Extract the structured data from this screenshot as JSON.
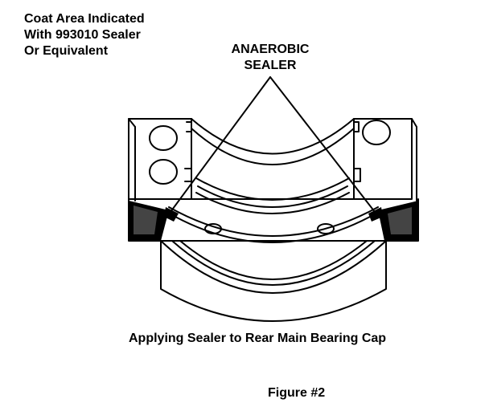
{
  "coat_note": {
    "line1": "Coat Area Indicated",
    "line2": "With 993010 Sealer",
    "line3": "Or Equivalent"
  },
  "sealer_label": {
    "line1": "ANAEROBIC",
    "line2": "SEALER"
  },
  "caption": "Applying Sealer to Rear Main Bearing Cap",
  "figure_number": "Figure #2",
  "colors": {
    "ink": "#000000",
    "paper": "#ffffff"
  }
}
